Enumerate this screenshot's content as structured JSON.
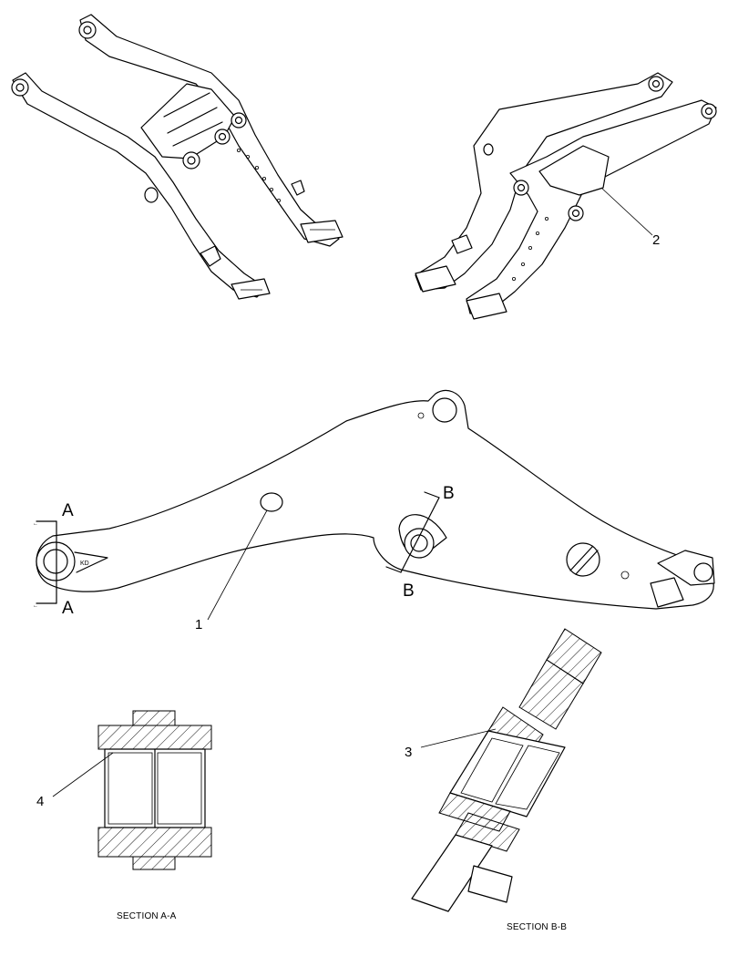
{
  "callouts": {
    "c1": "1",
    "c2": "2",
    "c3": "3",
    "c4": "4"
  },
  "section_markers": {
    "a_top": "A",
    "a_bottom": "A",
    "b_top": "B",
    "b_bottom": "B"
  },
  "captions": {
    "section_a": "SECTION A-A",
    "section_b": "SECTION B-B"
  }
}
